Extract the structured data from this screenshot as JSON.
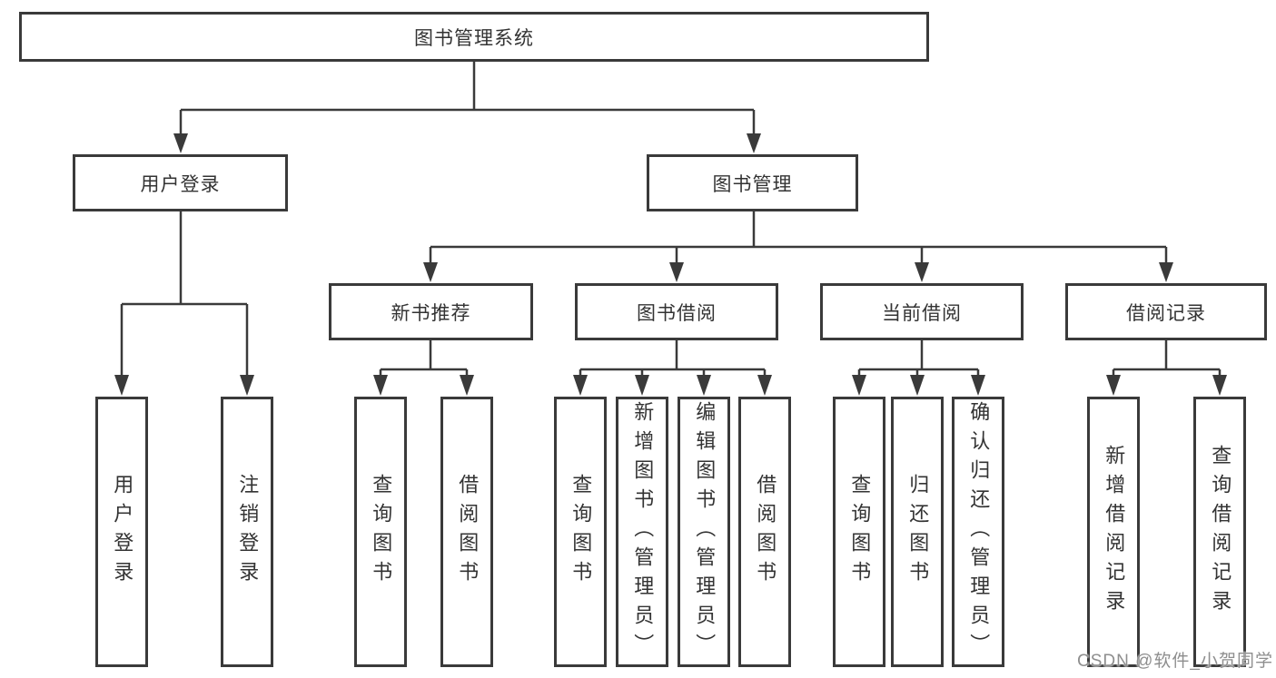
{
  "diagram": {
    "root": {
      "label": "图书管理系统"
    },
    "level2": [
      {
        "label": "用户登录"
      },
      {
        "label": "图书管理"
      }
    ],
    "level3": [
      {
        "label": "新书推荐"
      },
      {
        "label": "图书借阅"
      },
      {
        "label": "当前借阅"
      },
      {
        "label": "借阅记录"
      }
    ],
    "leaves": {
      "user_login": [
        {
          "label": "用户登录"
        },
        {
          "label": "注销登录"
        }
      ],
      "new_books": [
        {
          "label": "查询图书"
        },
        {
          "label": "借阅图书"
        }
      ],
      "book_borrow": [
        {
          "label": "查询图书"
        },
        {
          "label": "新增图书（管理员）"
        },
        {
          "label": "编辑图书（管理员）"
        },
        {
          "label": "借阅图书"
        }
      ],
      "current_borrow": [
        {
          "label": "查询图书"
        },
        {
          "label": "归还图书"
        },
        {
          "label": "确认归还（管理员）"
        }
      ],
      "borrow_records": [
        {
          "label": "新增借阅记录"
        },
        {
          "label": "查询借阅记录"
        }
      ]
    }
  },
  "watermark": {
    "text": "CSDN @软件_小贺同学"
  },
  "colors": {
    "line": "#3a3a3a",
    "text": "#333333",
    "watermark": "#8e8e8e",
    "background": "#ffffff"
  }
}
